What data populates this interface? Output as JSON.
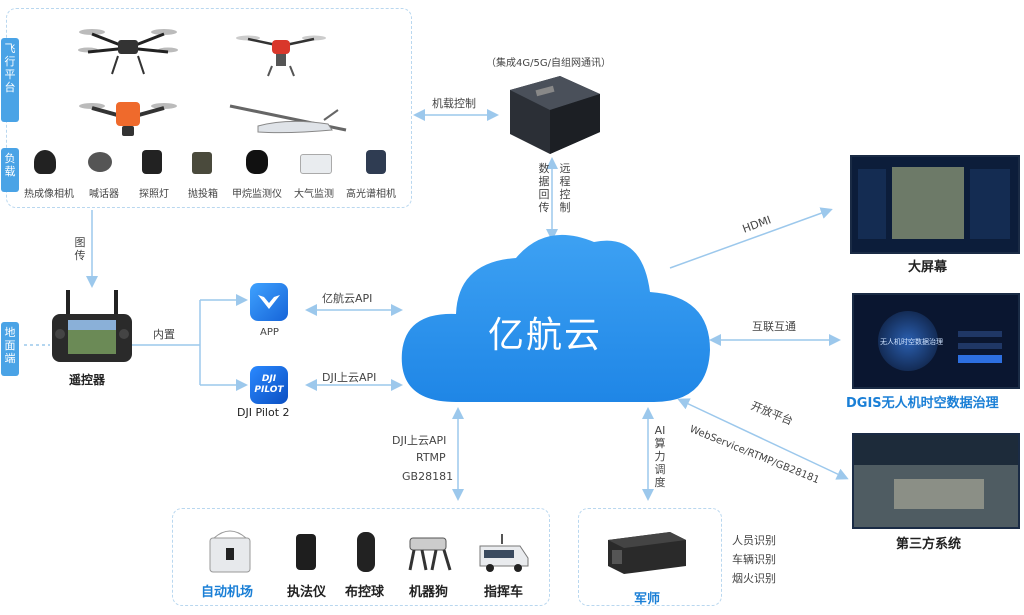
{
  "labels": {
    "flight_platform": "飞行平台",
    "payload": "负载",
    "ground": "地面端"
  },
  "payloads": [
    "热成像相机",
    "喊话器",
    "探照灯",
    "抛投箱",
    "甲烷监测仪",
    "大气监测",
    "高光谱相机"
  ],
  "comm": {
    "caption": "（集成4G/5G/自组网通讯）",
    "onboard_control": "机载控制",
    "data_return": "数据回传",
    "remote_control": "远程控制"
  },
  "remote": {
    "image_transfer": "图传",
    "builtin": "内置",
    "name": "遥控器"
  },
  "apps": {
    "app_icon": "APP",
    "app_name": "APP",
    "pilot_icon": "DJI PILOT",
    "pilot_name": "DJI Pilot 2",
    "api_yihang": "亿航云API",
    "api_dji": "DJI上云API"
  },
  "cloud": {
    "name": "亿航云"
  },
  "right": {
    "hdmi": "HDMI",
    "big_screen": "大屏幕",
    "interop": "互联互通",
    "dgis_title": "DGIS无人机时空数据治理",
    "dgis_screen_text": "无人机时空数据治理",
    "open_platform": "开放平台",
    "protocols": "WebService/RTMP/GB28181",
    "third_party": "第三方系统"
  },
  "bottom": {
    "protocols": [
      "DJI上云API",
      "RTMP",
      "GB28181"
    ],
    "ai": "AI算力调度",
    "devices": [
      "自动机场",
      "执法仪",
      "布控球",
      "机器狗",
      "指挥车"
    ],
    "junshi": "军师",
    "recognitions": [
      "人员识别",
      "车辆识别",
      "烟火识别"
    ]
  }
}
